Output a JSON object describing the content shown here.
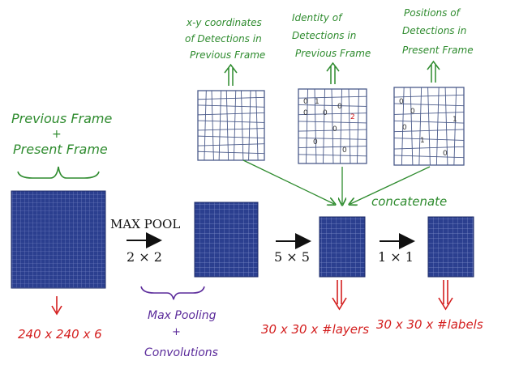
{
  "colors": {
    "block_fill": "#2b3f8f",
    "block_grid": "#7d8cc9",
    "green": "#2e8b2e",
    "red": "#d42020",
    "purple": "#5a2a9a",
    "sketch": "#4a5a8a"
  },
  "labels": {
    "prev_present_line1": "Previous Frame",
    "prev_present_plus": "+",
    "prev_present_line2": "Present Frame",
    "xy_line1": "x-y coordinates",
    "xy_line2": "of Detections in",
    "xy_line3": "Previous Frame",
    "id_line1": "Identity of",
    "id_line2": "Detections in",
    "id_line3": "Previous Frame",
    "pos_line1": "Positions of",
    "pos_line2": "Detections in",
    "pos_line3": "Present Frame",
    "concatenate": "concatenate",
    "max_pool": "MAX POOL",
    "op1": "2 × 2",
    "op2": "5 × 5",
    "op3": "1 × 1",
    "input_size": "240 x 240 x 6",
    "maxpool_note_line1": "Max Pooling",
    "maxpool_note_plus": "+",
    "maxpool_note_line2": "Convolutions",
    "layers_size": "30 x 30 x #layers",
    "labels_size": "30 x 30 x #labels"
  },
  "sketch_marks": {
    "identity_digits": [
      "0",
      "1",
      "0",
      "0",
      "0",
      "2",
      "0",
      "0",
      "0"
    ],
    "position_digits": [
      "0",
      "0",
      "1",
      "0",
      "1",
      "0"
    ]
  }
}
